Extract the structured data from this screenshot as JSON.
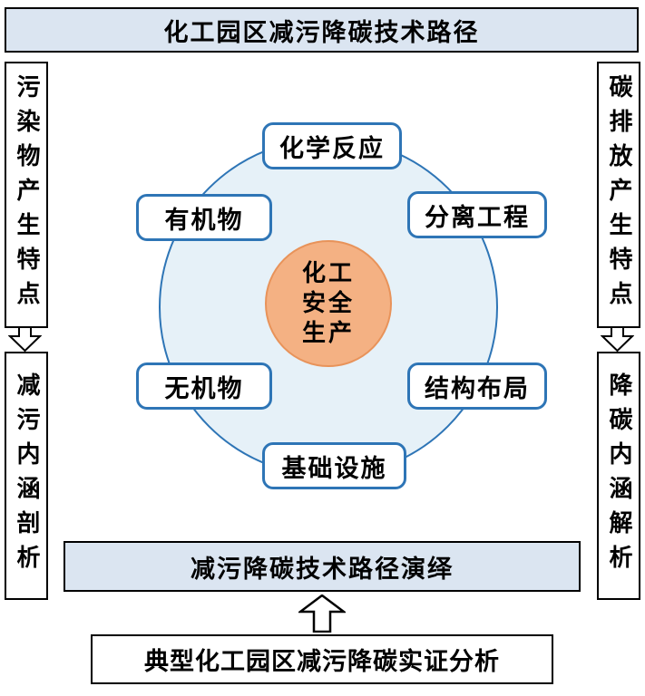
{
  "title": "化工园区减污降碳技术路径",
  "left_column": {
    "top_label": "污染物产生特点",
    "bottom_label": "减污内涵剖析"
  },
  "right_column": {
    "top_label": "碳排放产生特点",
    "bottom_label": "降碳内涵解析"
  },
  "diagram": {
    "core": {
      "line1": "化工",
      "line2": "安全",
      "line3": "生产"
    },
    "factors": {
      "top": "化学反应",
      "upper_left": "有机物",
      "upper_right": "分离工程",
      "lower_left": "无机物",
      "lower_right": "结构布局",
      "bottom": "基础设施"
    }
  },
  "middle_banner": "减污降碳技术路径演绎",
  "bottom_box": "典型化工园区减污降碳实证分析",
  "colors": {
    "banner_fill": "#dbe5f1",
    "circle_fill": "#e6f1f8",
    "circle_border": "#2e75b6",
    "label_border": "#2e75b6",
    "core_fill": "#f4b183",
    "core_border": "#e8935a",
    "arrow_fill": "#ffffff",
    "arrow_border": "#000000"
  }
}
